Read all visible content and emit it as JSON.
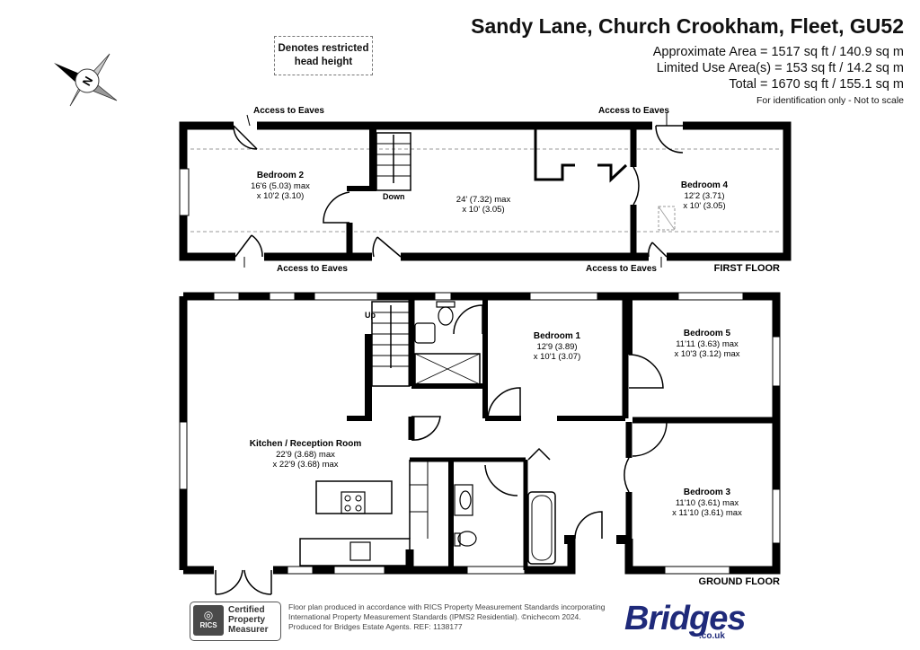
{
  "header": {
    "title": "Sandy Lane, Church Crookham, Fleet, GU52",
    "approx_area": "Approximate Area = 1517 sq ft / 140.9 sq m",
    "limited_use": "Limited Use Area(s) = 153 sq ft / 14.2 sq m",
    "total": "Total = 1670 sq ft / 155.1 sq m",
    "note": "For identification only - Not to scale"
  },
  "legend": {
    "restricted_line1": "Denotes restricted",
    "restricted_line2": "head height"
  },
  "compass": {
    "letter": "N",
    "icon": "compass-icon"
  },
  "first_floor": {
    "label": "FIRST FLOOR",
    "eaves_top_left": "Access to Eaves",
    "eaves_top_right": "Access to Eaves",
    "eaves_bottom_left": "Access to Eaves",
    "eaves_bottom_right": "Access to Eaves",
    "down": "Down",
    "bedroom2": {
      "name": "Bedroom 2",
      "dim1": "16'6 (5.03) max",
      "dim2": "x 10'2 (3.10)"
    },
    "landing": {
      "dim1": "24' (7.32) max",
      "dim2": "x 10' (3.05)"
    },
    "bedroom4": {
      "name": "Bedroom 4",
      "dim1": "12'2 (3.71)",
      "dim2": "x 10' (3.05)"
    }
  },
  "ground_floor": {
    "label": "GROUND FLOOR",
    "up": "Up",
    "kitchen": {
      "name": "Kitchen / Reception Room",
      "dim1": "22'9 (3.68) max",
      "dim2": "x 22'9 (3.68) max"
    },
    "bedroom1": {
      "name": "Bedroom 1",
      "dim1": "12'9 (3.89)",
      "dim2": "x 10'1 (3.07)"
    },
    "bedroom5": {
      "name": "Bedroom 5",
      "dim1": "11'11 (3.63) max",
      "dim2": "x 10'3 (3.12) max"
    },
    "bedroom3": {
      "name": "Bedroom 3",
      "dim1": "11'10 (3.61) max",
      "dim2": "x 11'10 (3.61) max"
    }
  },
  "footer": {
    "rics_badge": "RICS",
    "rics_line1": "Certified",
    "rics_line2": "Property",
    "rics_line3": "Measurer",
    "line1": "Floor plan produced in accordance with RICS Property Measurement Standards incorporating",
    "line2": "International Property Measurement Standards (IPMS2 Residential). ©nichecom 2024.",
    "line3": "Produced for Bridges Estate Agents.   REF: 1138177",
    "logo": "Bridges",
    "logo_sub": ".co.uk"
  }
}
